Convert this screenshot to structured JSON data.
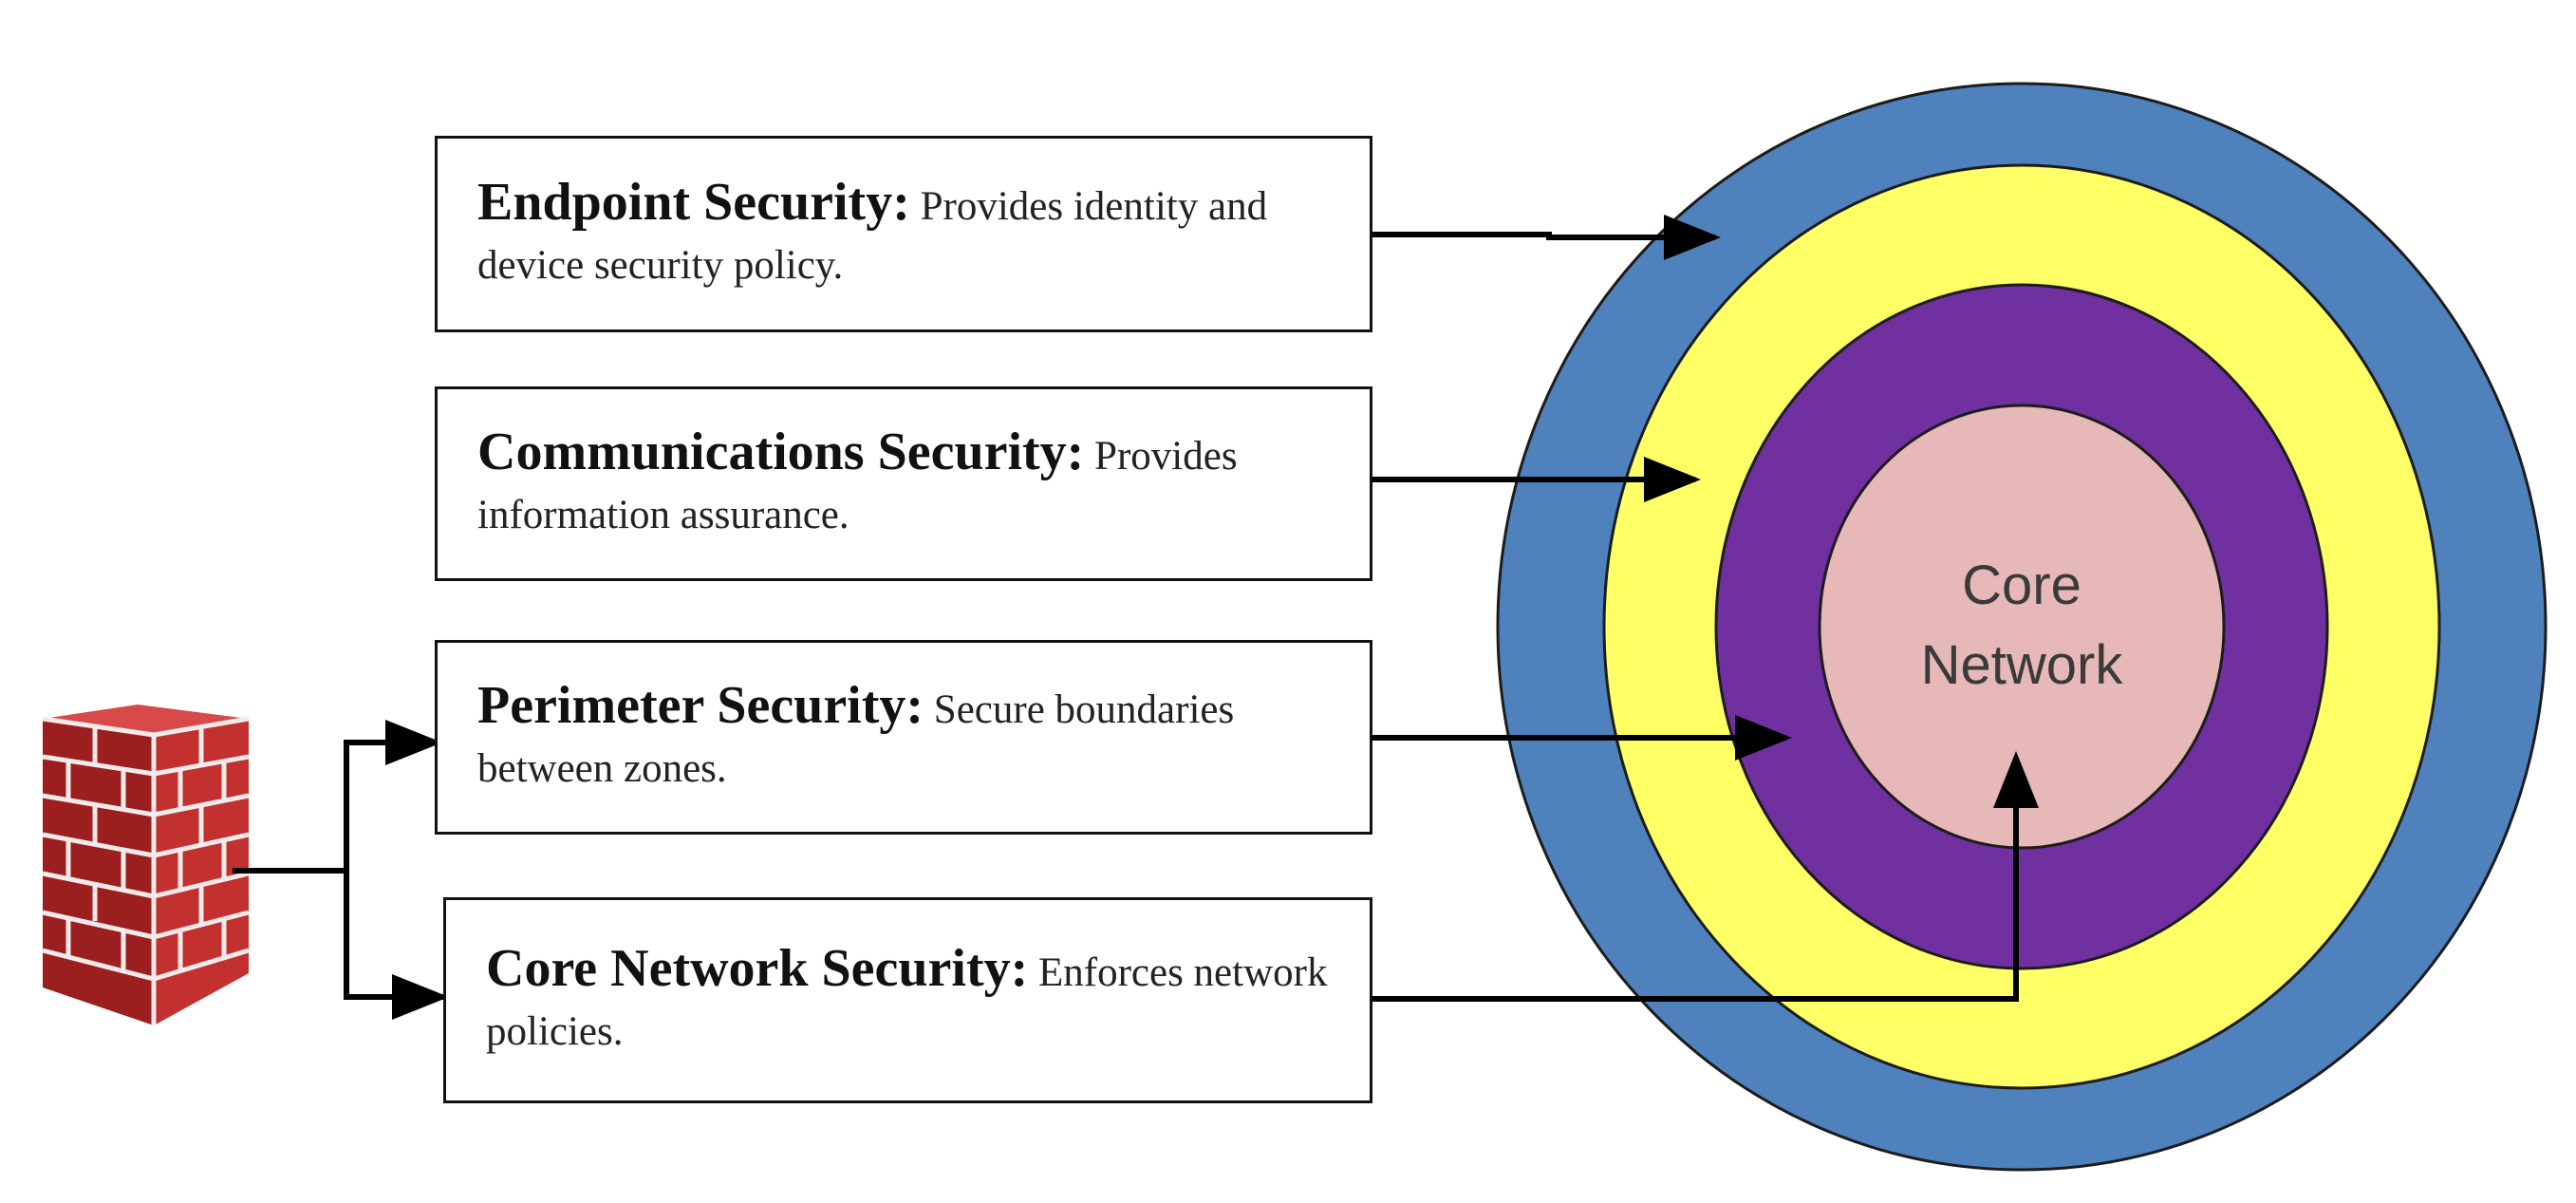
{
  "layers": [
    {
      "id": "endpoint",
      "title": "Endpoint Security:",
      "description": "Provides identity and device security policy.",
      "color": "#4f81bd"
    },
    {
      "id": "communications",
      "title": "Communications Security:",
      "description": "Provides information assurance.",
      "color": "#ffff66"
    },
    {
      "id": "perimeter",
      "title": "Perimeter Security:",
      "description": "Secure boundaries between zones.",
      "color": "#7030a0"
    },
    {
      "id": "core",
      "title": "Core Network Security:",
      "description": "Enforces network policies.",
      "color": "#e6b8b7"
    }
  ],
  "core": {
    "line1": "Core",
    "line2": "Network"
  },
  "firewall": {
    "icon": "firewall-brick-wall-icon",
    "color": "#b22222"
  }
}
